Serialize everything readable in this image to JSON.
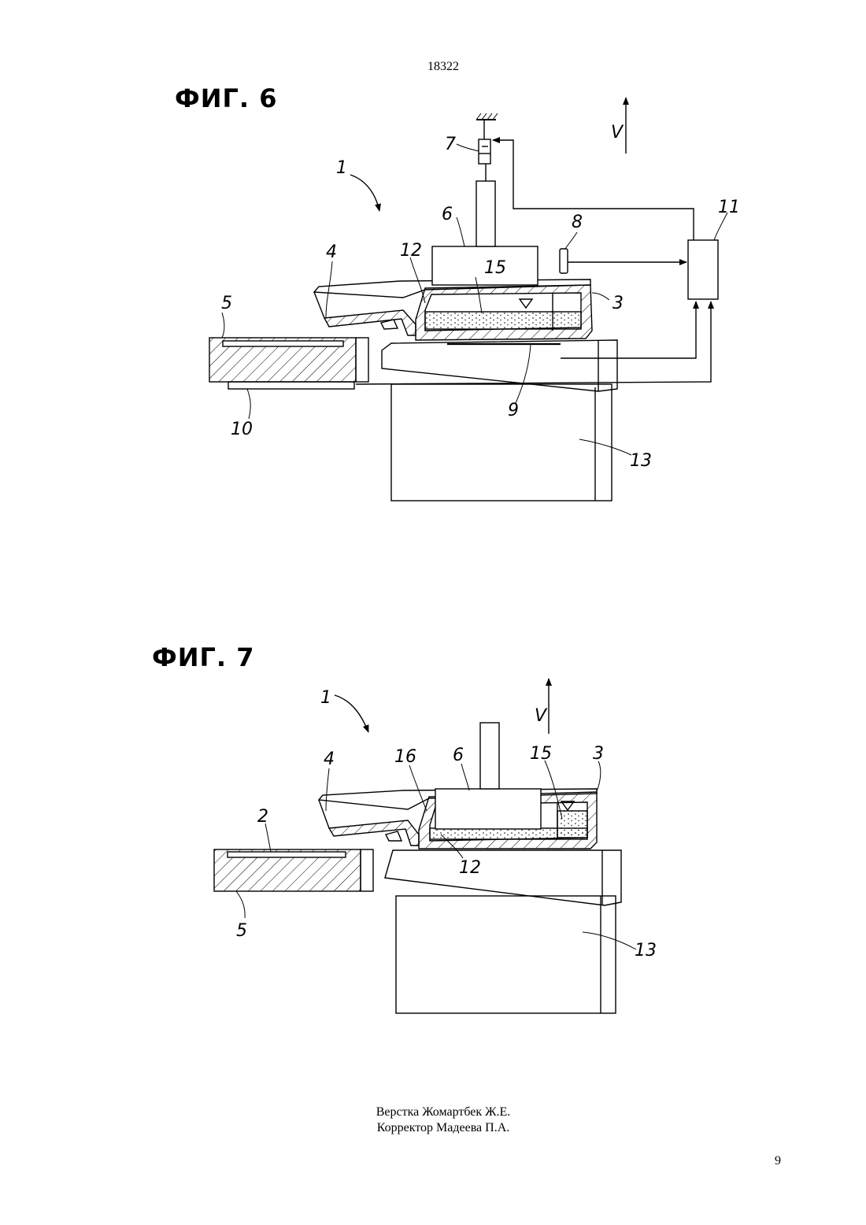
{
  "header": {
    "doc_number": "18322"
  },
  "figures": {
    "fig6": {
      "title": "ФИГ. 6",
      "labels": [
        "1",
        "3",
        "4",
        "5",
        "6",
        "7",
        "8",
        "9",
        "10",
        "11",
        "12",
        "13",
        "15"
      ],
      "velocity_label": "V"
    },
    "fig7": {
      "title": "ФИГ. 7",
      "labels": [
        "1",
        "2",
        "3",
        "4",
        "5",
        "6",
        "12",
        "13",
        "15",
        "16"
      ],
      "velocity_label": "V"
    }
  },
  "footer": {
    "line1": "Верстка Жомартбек Ж.Е.",
    "line2": "Корректор Мадеева П.А.",
    "page_number": "9"
  }
}
